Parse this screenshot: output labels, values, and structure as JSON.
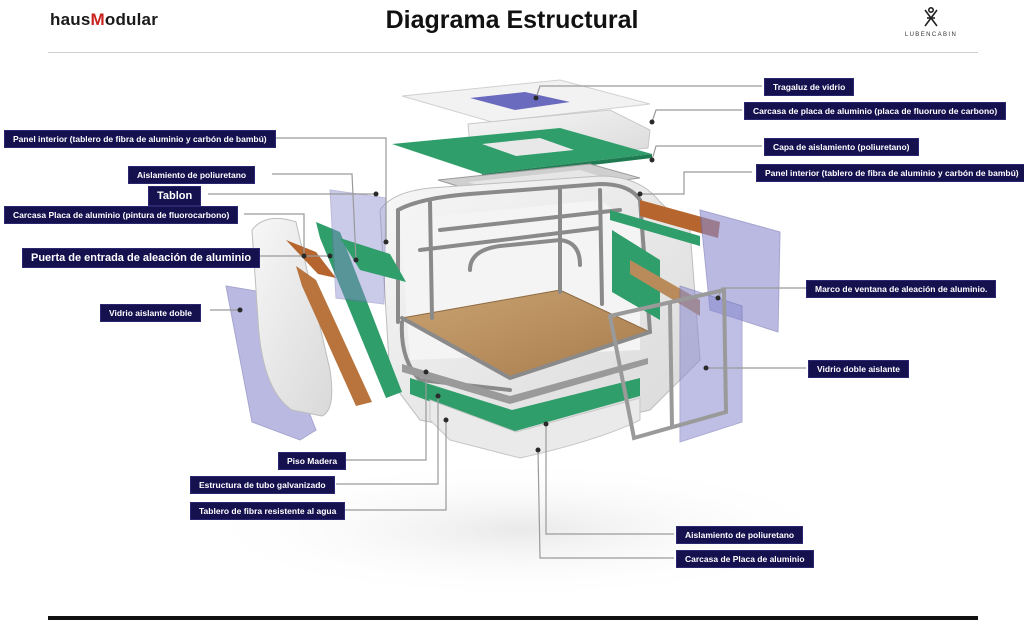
{
  "header": {
    "brand_prefix": "haus",
    "brand_highlight": "M",
    "brand_suffix": "odular",
    "title": "Diagrama Estructural",
    "logo_text": "LUBENCABIN"
  },
  "colors": {
    "label_bg": "#15114f",
    "brand_red": "#c7231f",
    "panel_green": "#2f9e6b",
    "glass_blue": "#7f7fc6",
    "wood": "#b98a5a",
    "frame_gray": "#8a8a8a"
  },
  "labels": {
    "tragaluz": "Tragaluz de vidrio",
    "carcasa_fluoruro": "Carcasa de placa de aluminio (placa de fluoruro de carbono)",
    "panel_interior_left": "Panel interior (tablero de fibra de aluminio y carbón de bambú)",
    "capa_aislamiento": "Capa de aislamiento (poliuretano)",
    "panel_interior_right": "Panel interior (tablero de fibra de aluminio y carbón de bambú)",
    "aislamiento_left": "Aislamiento de poliuretano",
    "tablon": "Tablon",
    "carcasa_fluorocarbono": "Carcasa Placa de aluminio (pintura de fluorocarbono)",
    "puerta": "Puerta de entrada de aleación de aluminio",
    "marco_ventana": "Marco de ventana de aleación de aluminio.",
    "vidrio_aislante_doble": "Vidrio aislante doble",
    "vidrio_doble_aislante": "Vidrio doble aislante",
    "piso_madera": "Piso Madera",
    "estructura_tubo": "Estructura de tubo galvanizado",
    "tablero_fibra": "Tablero de fibra resistente al agua",
    "aislamiento_bottom": "Aislamiento de poliuretano",
    "carcasa_bottom": "Carcasa de Placa de aluminio"
  }
}
